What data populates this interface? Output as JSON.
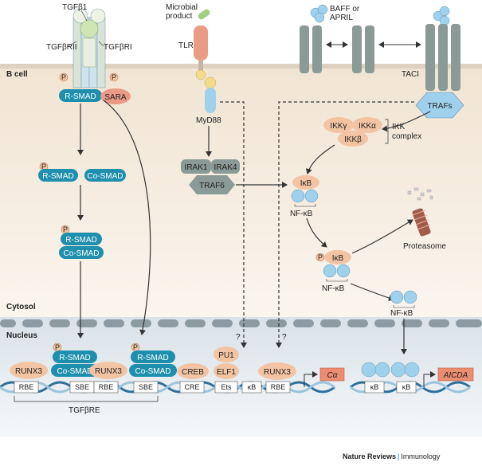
{
  "labels": {
    "tgfb1": "TGFβ1",
    "tgfbr2": "TGFβRII",
    "tgfbr1": "TGFβRI",
    "microbial": [
      "Microbial",
      "product"
    ],
    "tlr": "TLR",
    "baff": [
      "BAFF or",
      "APRIL"
    ],
    "bcell": "B cell",
    "taci": "TACI",
    "traf_hex": "TRAFs",
    "myd88": "MyD88",
    "rsmad": "R-SMAD",
    "cosmad": "Co-SMAD",
    "sara": "SARA",
    "p": "P",
    "ikkg": "IKKγ",
    "ikka": "IKKα",
    "ikkb": "IKKβ",
    "ikk_complex": [
      "IKK",
      "complex"
    ],
    "irak1": "IRAK1",
    "irak4": "IRAK4",
    "traf6": "TRAF6",
    "ikb": "IκB",
    "nfkb": "NF-κB",
    "proteasome": "Proteasome",
    "cytosol": "Cytosol",
    "nucleus": "Nucleus",
    "question": "?",
    "runx3": "RUNX3",
    "creb": "CREB",
    "pu1": "PU1",
    "elf1": "ELF1",
    "rbe": "RBE",
    "sbe": "SBE",
    "cre": "CRE",
    "ets": "Ets",
    "kb": "κB",
    "calpha": "Cα",
    "aicda": "AICDA",
    "tgfbre": "TGFβRE"
  },
  "footer": {
    "journal": "Nature Reviews",
    "section": "Immunology"
  },
  "colors": {
    "smad": "#1f8fae",
    "nfkb": "#9fd0ec",
    "orange": "#f2c4a3",
    "salmon": "#ea9a85",
    "grey": "#8a9a96",
    "tlr_red": "#e99c83",
    "green": "#9fcf80",
    "membrane": "#e3d7c6",
    "cytoplasm": "#f7efe4",
    "nucleus": "#e8eef2",
    "gene_box": "#ec8d72"
  }
}
